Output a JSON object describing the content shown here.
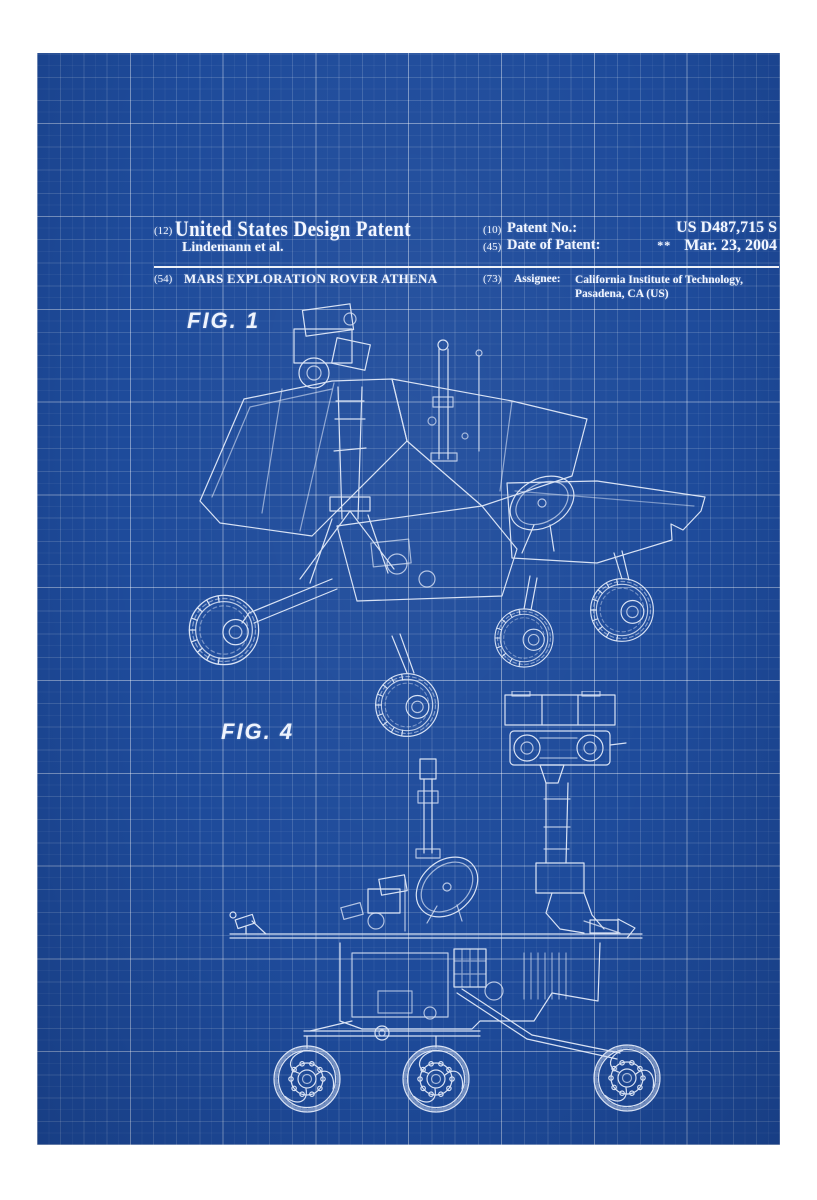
{
  "artwork": {
    "kind": "blueprint patent print",
    "background_color": "#ffffff",
    "blueprint_color": "#1e4b9b",
    "grid_line_color": "#ffffff",
    "line_art_color": "#e8effc",
    "text_color": "#f2f6ff"
  },
  "header": {
    "doc_code": "(12)",
    "doc_type": "United States Design Patent",
    "inventors": "Lindemann et al.",
    "patent_no_code": "(10)",
    "patent_no_label": "Patent No.:",
    "patent_no_value": "US D487,715 S",
    "date_code": "(45)",
    "date_label": "Date of Patent:",
    "date_marker": "**",
    "date_value": "Mar. 23, 2004",
    "title_code": "(54)",
    "title": "MARS EXPLORATION ROVER ATHENA",
    "assignee_code": "(73)",
    "assignee_label": "Assignee:",
    "assignee_name": "California Institute of Technology,",
    "assignee_location": "Pasadena, CA (US)"
  },
  "figures": {
    "fig1_label": "FIG. 1",
    "fig4_label": "FIG. 4"
  }
}
